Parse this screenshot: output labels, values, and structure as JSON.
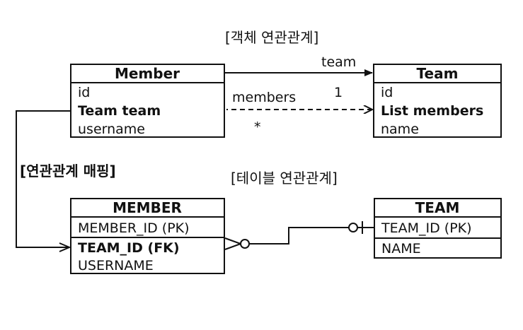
{
  "headings": {
    "object_relation": "[객체 연관관계]",
    "relation_mapping": "[연관관계 매핑]",
    "table_relation": "[테이블 연관관계]"
  },
  "object_model": {
    "member": {
      "title": "Member",
      "fields": [
        "id",
        "Team team",
        "username"
      ],
      "bold_fields": [
        "Team team"
      ]
    },
    "team": {
      "title": "Team",
      "fields": [
        "id",
        "List members",
        "name"
      ],
      "bold_fields": [
        "List members"
      ]
    },
    "association_team": {
      "label": "team"
    },
    "association_members": {
      "label": "members",
      "multiplicity_one": "1",
      "multiplicity_many": "*"
    }
  },
  "table_model": {
    "member_table": {
      "title": "MEMBER",
      "pk": "MEMBER_ID (PK)",
      "fk": "TEAM_ID (FK)",
      "other": "USERNAME"
    },
    "team_table": {
      "title": "TEAM",
      "pk": "TEAM_ID (PK)",
      "other": "NAME"
    }
  }
}
